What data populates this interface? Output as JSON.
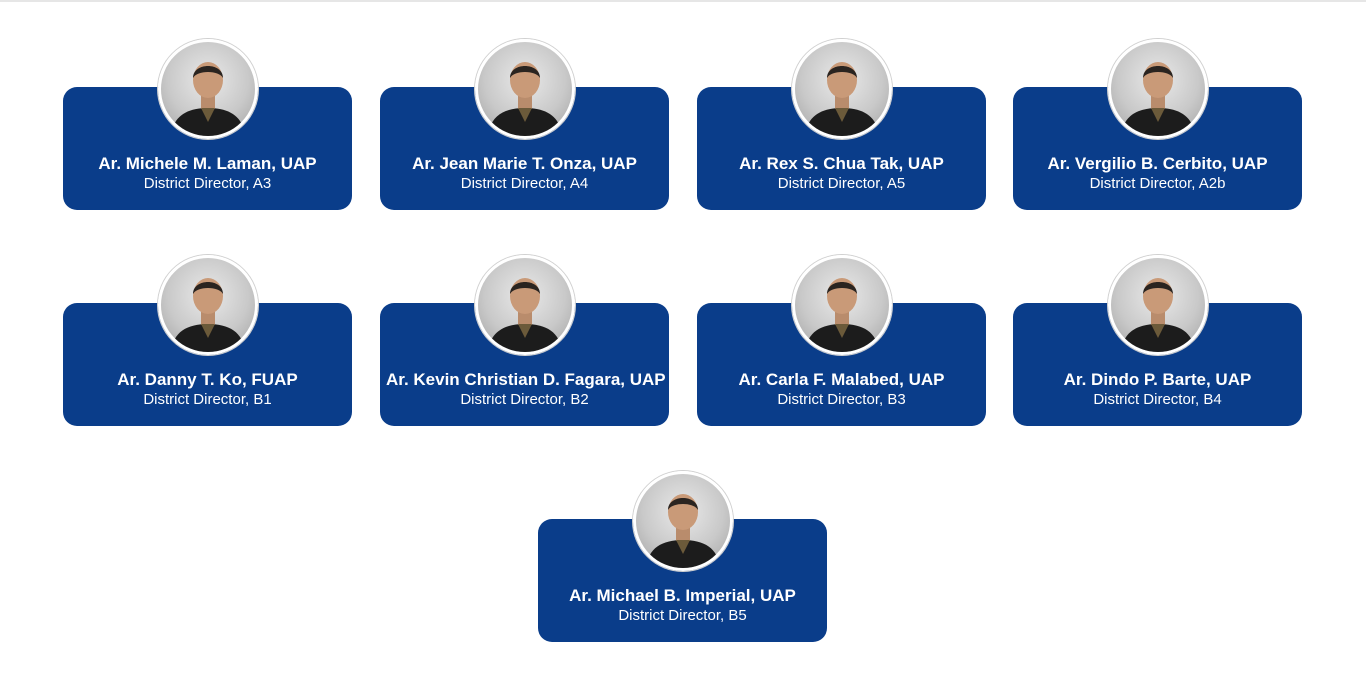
{
  "colors": {
    "card_background": "#0a3d8a",
    "card_text": "#ffffff",
    "page_background": "#ffffff"
  },
  "directors": [
    {
      "name": "Ar. Michele M. Laman, UAP",
      "role": "District Director, A3",
      "portrait": "portrait-icon"
    },
    {
      "name": "Ar. Jean Marie T. Onza, UAP",
      "role": "District Director, A4",
      "portrait": "portrait-icon"
    },
    {
      "name": "Ar. Rex S. Chua Tak, UAP",
      "role": "District Director, A5",
      "portrait": "portrait-icon"
    },
    {
      "name": "Ar. Vergilio B. Cerbito, UAP",
      "role": "District Director, A2b",
      "portrait": "portrait-icon"
    },
    {
      "name": "Ar. Danny T. Ko, FUAP",
      "role": "District Director, B1",
      "portrait": "portrait-icon"
    },
    {
      "name": "Ar. Kevin Christian D. Fagara, UAP",
      "role": "District Director, B2",
      "portrait": "portrait-icon"
    },
    {
      "name": "Ar. Carla F. Malabed, UAP",
      "role": "District Director, B3",
      "portrait": "portrait-icon"
    },
    {
      "name": "Ar. Dindo P. Barte, UAP",
      "role": "District Director, B4",
      "portrait": "portrait-icon"
    },
    {
      "name": "Ar. Michael B. Imperial, UAP",
      "role": "District Director, B5",
      "portrait": "portrait-icon"
    }
  ]
}
